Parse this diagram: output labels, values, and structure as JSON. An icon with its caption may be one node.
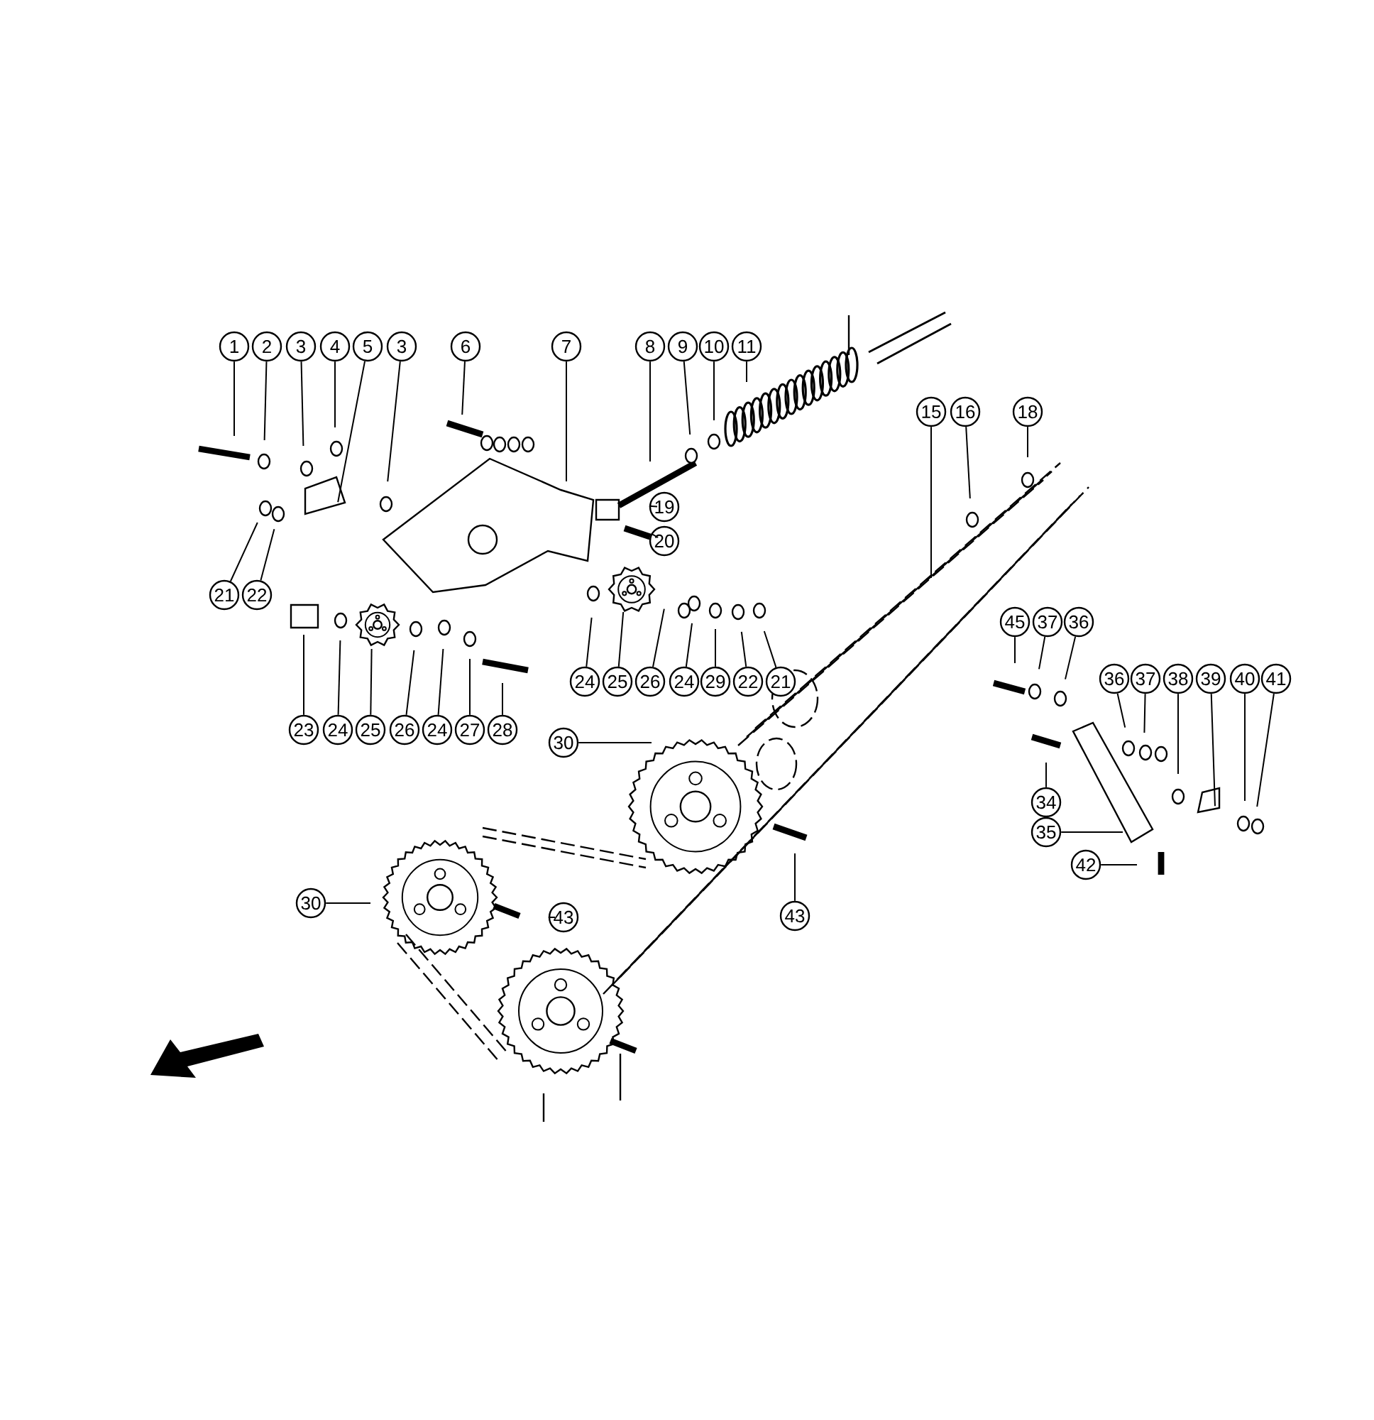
{
  "diagram": {
    "nodes": [
      {
        "text": [
          "1"
        ]
      },
      {
        "text": [
          "2"
        ]
      },
      {
        "text": [
          "3"
        ]
      },
      {
        "text": [
          "4"
        ]
      },
      {
        "text": [
          "5"
        ]
      },
      {
        "text": [
          "3"
        ]
      },
      {
        "text": [
          "6"
        ]
      },
      {
        "text": [
          "7"
        ]
      },
      {
        "text": [
          "8"
        ]
      },
      {
        "text": [
          "9"
        ]
      },
      {
        "text": [
          "10"
        ]
      },
      {
        "text": [
          "11"
        ]
      },
      {
        "text": [
          "19"
        ]
      },
      {
        "text": [
          "20"
        ]
      },
      {
        "text": [
          "21"
        ]
      },
      {
        "text": [
          "22"
        ]
      },
      {
        "text": [
          "15"
        ]
      },
      {
        "text": [
          "16"
        ]
      },
      {
        "text": [
          "18"
        ]
      },
      {
        "text": [
          "24"
        ]
      },
      {
        "text": [
          "25"
        ]
      },
      {
        "text": [
          "26"
        ]
      },
      {
        "text": [
          "24"
        ]
      },
      {
        "text": [
          "29"
        ]
      },
      {
        "text": [
          "22"
        ]
      },
      {
        "text": [
          "21"
        ]
      },
      {
        "text": [
          "23"
        ]
      },
      {
        "text": [
          "24"
        ]
      },
      {
        "text": [
          "25"
        ]
      },
      {
        "text": [
          "26"
        ]
      },
      {
        "text": [
          "24"
        ]
      },
      {
        "text": [
          "27"
        ]
      },
      {
        "text": [
          "28"
        ]
      },
      {
        "text": [
          "30"
        ]
      },
      {
        "text": [
          "30"
        ]
      },
      {
        "text": [
          "43"
        ]
      },
      {
        "text": [
          "43"
        ]
      },
      {
        "text": [
          "45"
        ]
      },
      {
        "text": [
          "37"
        ]
      },
      {
        "text": [
          "36"
        ]
      },
      {
        "text": [
          "36"
        ]
      },
      {
        "text": [
          "37"
        ]
      },
      {
        "text": [
          "38"
        ]
      },
      {
        "text": [
          "39"
        ]
      },
      {
        "text": [
          "40"
        ]
      },
      {
        "text": [
          "41"
        ]
      },
      {
        "text": [
          "34"
        ]
      },
      {
        "text": [
          "35"
        ]
      },
      {
        "text": [
          "42"
        ]
      },
      {
        "text": [],
        "shape": "picture"
      },
      {
        "text": [],
        "shape": "picture"
      }
    ],
    "edges": [
      {
        "from": 0,
        "to": null,
        "arrow": "none"
      },
      {
        "from": 1,
        "to": null,
        "arrow": "none"
      },
      {
        "from": 2,
        "to": null,
        "arrow": "none"
      },
      {
        "from": 3,
        "to": null,
        "arrow": "none"
      },
      {
        "from": 4,
        "to": 49,
        "arrow": "none"
      },
      {
        "from": 5,
        "to": null,
        "arrow": "none"
      },
      {
        "from": 6,
        "to": null,
        "arrow": "none"
      },
      {
        "from": 7,
        "to": null,
        "arrow": "none"
      },
      {
        "from": 8,
        "to": null,
        "arrow": "none"
      },
      {
        "from": 9,
        "to": null,
        "arrow": "none"
      },
      {
        "from": 10,
        "to": null,
        "arrow": "none"
      },
      {
        "from": 11,
        "to": null,
        "arrow": "none"
      },
      {
        "from": 12,
        "to": null,
        "arrow": "none"
      },
      {
        "from": 13,
        "to": null,
        "arrow": "none"
      },
      {
        "from": 14,
        "to": null,
        "arrow": "none"
      },
      {
        "from": 15,
        "to": null,
        "arrow": "none"
      },
      {
        "from": 16,
        "to": null,
        "arrow": "none"
      },
      {
        "from": 17,
        "to": null,
        "arrow": "none"
      },
      {
        "from": 18,
        "to": null,
        "arrow": "none"
      },
      {
        "from": 19,
        "to": null,
        "arrow": "none"
      },
      {
        "from": 20,
        "to": null,
        "arrow": "none"
      },
      {
        "from": 21,
        "to": null,
        "arrow": "none"
      },
      {
        "from": 22,
        "to": null,
        "arrow": "none"
      },
      {
        "from": 23,
        "to": null,
        "arrow": "none"
      },
      {
        "from": 24,
        "to": null,
        "arrow": "none"
      },
      {
        "from": 25,
        "to": null,
        "arrow": "none"
      },
      {
        "from": 26,
        "to": null,
        "arrow": "none"
      },
      {
        "from": 27,
        "to": null,
        "arrow": "none"
      },
      {
        "from": 28,
        "to": null,
        "arrow": "none"
      },
      {
        "from": 29,
        "to": null,
        "arrow": "none"
      },
      {
        "from": 30,
        "to": null,
        "arrow": "none"
      },
      {
        "from": 31,
        "to": null,
        "arrow": "none"
      },
      {
        "from": 32,
        "to": null,
        "arrow": "none"
      },
      {
        "from": 33,
        "to": null,
        "arrow": "none"
      },
      {
        "from": 34,
        "to": null,
        "arrow": "none"
      },
      {
        "from": 35,
        "to": null,
        "arrow": "none"
      },
      {
        "from": 36,
        "to": null,
        "arrow": "none"
      },
      {
        "from": 37,
        "to": null,
        "arrow": "none"
      },
      {
        "from": 38,
        "to": null,
        "arrow": "none"
      },
      {
        "from": 39,
        "to": null,
        "arrow": "none"
      },
      {
        "from": 40,
        "to": null,
        "arrow": "none"
      },
      {
        "from": 41,
        "to": null,
        "arrow": "none"
      },
      {
        "from": 42,
        "to": null,
        "arrow": "none"
      },
      {
        "from": 43,
        "to": 50,
        "arrow": "none"
      },
      {
        "from": 44,
        "to": null,
        "arrow": "none"
      },
      {
        "from": 45,
        "to": null,
        "arrow": "none"
      },
      {
        "from": 46,
        "to": null,
        "arrow": "none"
      },
      {
        "from": 47,
        "to": null,
        "arrow": "none"
      },
      {
        "from": 48,
        "to": null,
        "arrow": "none"
      }
    ]
  }
}
